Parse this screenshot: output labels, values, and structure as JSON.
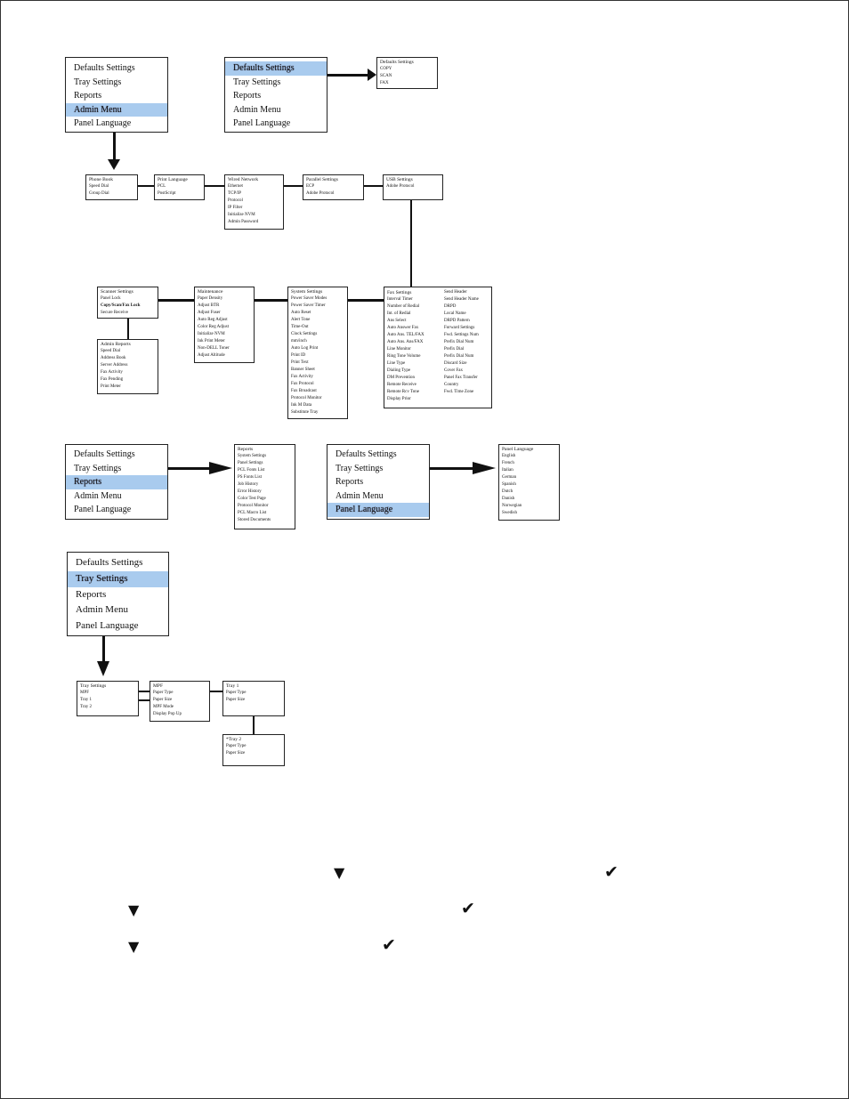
{
  "main_menu": [
    "Defaults Settings",
    "Tray Settings",
    "Reports",
    "Admin Menu",
    "Panel Language"
  ],
  "defaults_submenu": {
    "title": "Defaults Settings",
    "items": [
      "COPY",
      "SCAN",
      "FAX"
    ]
  },
  "admin": {
    "phone_book": {
      "title": "Phone Book",
      "items": [
        "Speed Dial",
        "Group Dial"
      ]
    },
    "print_language": {
      "title": "Print Language",
      "items": [
        "PCL",
        "PostScript"
      ]
    },
    "wired_network": {
      "title": "Wired Network",
      "items": [
        "Ethernet",
        "TCP/IP",
        "Protocol",
        "IP Filter",
        "Initialize NVM",
        "Admin Password"
      ]
    },
    "parallel_settings": {
      "title": "Parallel Settings",
      "items": [
        "ECP",
        "Adobe Protocol"
      ]
    },
    "usb_settings": {
      "title": "USB Settings",
      "items": [
        "Adobe Protocol"
      ]
    },
    "scanner_settings": {
      "title": "Scanner Settings",
      "items": [
        "Panel Lock",
        "Copy/Scan/Fax Lock",
        "Secure Receive"
      ]
    },
    "admin_reports": {
      "title": "Admin Reports",
      "items": [
        "Speed Dial",
        "Address Book",
        "Server Address",
        "Fax Activity",
        "Fax Pending",
        "Print Meter"
      ]
    },
    "maintenance": {
      "title": "Maintenance",
      "items": [
        "Paper Density",
        "Adjust BTR",
        "Adjust Fuser",
        "Auto Reg Adjust",
        "Color Reg Adjust",
        "Initialize NVM",
        "Ink Print Meter",
        "Non-DELL Toner",
        "Adjust Altitude"
      ]
    },
    "system_settings": {
      "title": "System Settings",
      "items": [
        "Power Saver Modes",
        "Power Saver Timer",
        "Auto Reset",
        "Alert Tone",
        "Time-Out",
        "Clock Settings",
        "mm/inch",
        "Auto Log Print",
        "Print ID",
        "Print Text",
        "Banner Sheet",
        "Fax Activity",
        "Fax Protocol",
        "Fax Broadcast",
        "Protocol Monitor",
        "Ink M Data",
        "Substitute Tray"
      ]
    },
    "fax_settings_left": {
      "title": "Fax Settings",
      "items": [
        "Interval Timer",
        "Number of Redial",
        "Int. of Redial",
        "Ans Select",
        "Auto Answer Fax",
        "Auto Ans. TEL/FAX",
        "Auto Ans. Ans/FAX",
        "Line Monitor",
        "Ring Tone Volume",
        "Line Type",
        "Dialing Type",
        "DM Prevention",
        "Remote Receive",
        "Remote Rcv Tone",
        "Display Prior"
      ]
    },
    "fax_settings_right": {
      "items": [
        "Send Header",
        "Send Header Name",
        "DRPD",
        "Local Name",
        "DRPD Pattern",
        "Forward Settings",
        "Fwd. Settings Num",
        "Prefix Dial Num",
        "Prefix Dial",
        "Prefix Dial Num",
        "Discard Size",
        "Cover Fax",
        "Panel Fax Transfer",
        "Country",
        "Fwd. Time Zone"
      ]
    }
  },
  "reports_submenu": {
    "title": "Reports",
    "items": [
      "System Settings",
      "Panel Settings",
      "PCL Fonts List",
      "PS Fonts List",
      "Job History",
      "Error History",
      "Color Test Page",
      "Protocol Monitor",
      "PCL Macro List",
      "Stored Documents"
    ]
  },
  "panel_language_submenu": {
    "title": "Panel Language",
    "items": [
      "English",
      "French",
      "Italian",
      "German",
      "Spanish",
      "Dutch",
      "Danish",
      "Norwegian",
      "Swedish"
    ]
  },
  "tray": {
    "tray_settings": {
      "title": "Tray Settings",
      "items": [
        "MPF",
        "Tray 1",
        "Tray 2"
      ]
    },
    "mpf": {
      "title": "MPF",
      "items": [
        "Paper Type",
        "Paper Size",
        "MPF Mode",
        "Display Pop Up"
      ]
    },
    "tray1": {
      "title": "Tray 1",
      "items": [
        "Paper Type",
        "Paper Size"
      ]
    },
    "tray2": {
      "title": "*Tray 2",
      "items": [
        "Paper Type",
        "Paper Size"
      ]
    }
  },
  "icons": {
    "down": "down-arrow-icon",
    "select": "checkmark-icon"
  },
  "colors": {
    "highlight": "#a9cbee",
    "line": "#111111"
  }
}
